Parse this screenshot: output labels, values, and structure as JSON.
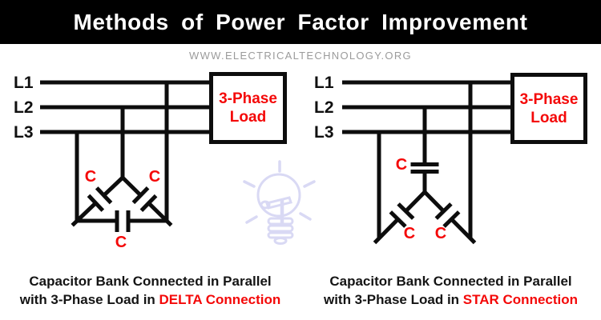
{
  "header": {
    "title": "Methods of Power Factor Improvement",
    "website": "WWW.ELECTRICALTECHNOLOGY.ORG"
  },
  "colors": {
    "accent_red": "#f40808",
    "wire_black": "#0d0d0d",
    "title_bg": "#000000",
    "title_text": "#ffffff",
    "website_gray": "#9b9b9b",
    "watermark_lavender": "#d9d9f4"
  },
  "icons": {
    "watermark": "lightbulb-with-hammer-icon"
  },
  "delta_diagram": {
    "phase_labels": [
      "L1",
      "L2",
      "L3"
    ],
    "load_label": [
      "3-Phase",
      "Load"
    ],
    "capacitor_labels": [
      "C",
      "C",
      "C"
    ],
    "caption_line1": "Capacitor Bank Connected in Parallel",
    "caption_line2_prefix": "with 3-Phase Load in ",
    "caption_line2_highlight": "DELTA Connection"
  },
  "star_diagram": {
    "phase_labels": [
      "L1",
      "L2",
      "L3"
    ],
    "load_label": [
      "3-Phase",
      "Load"
    ],
    "capacitor_labels": [
      "C",
      "C",
      "C"
    ],
    "caption_line1": "Capacitor Bank Connected in Parallel",
    "caption_line2_prefix": "with 3-Phase Load in ",
    "caption_line2_highlight": "STAR Connection"
  }
}
